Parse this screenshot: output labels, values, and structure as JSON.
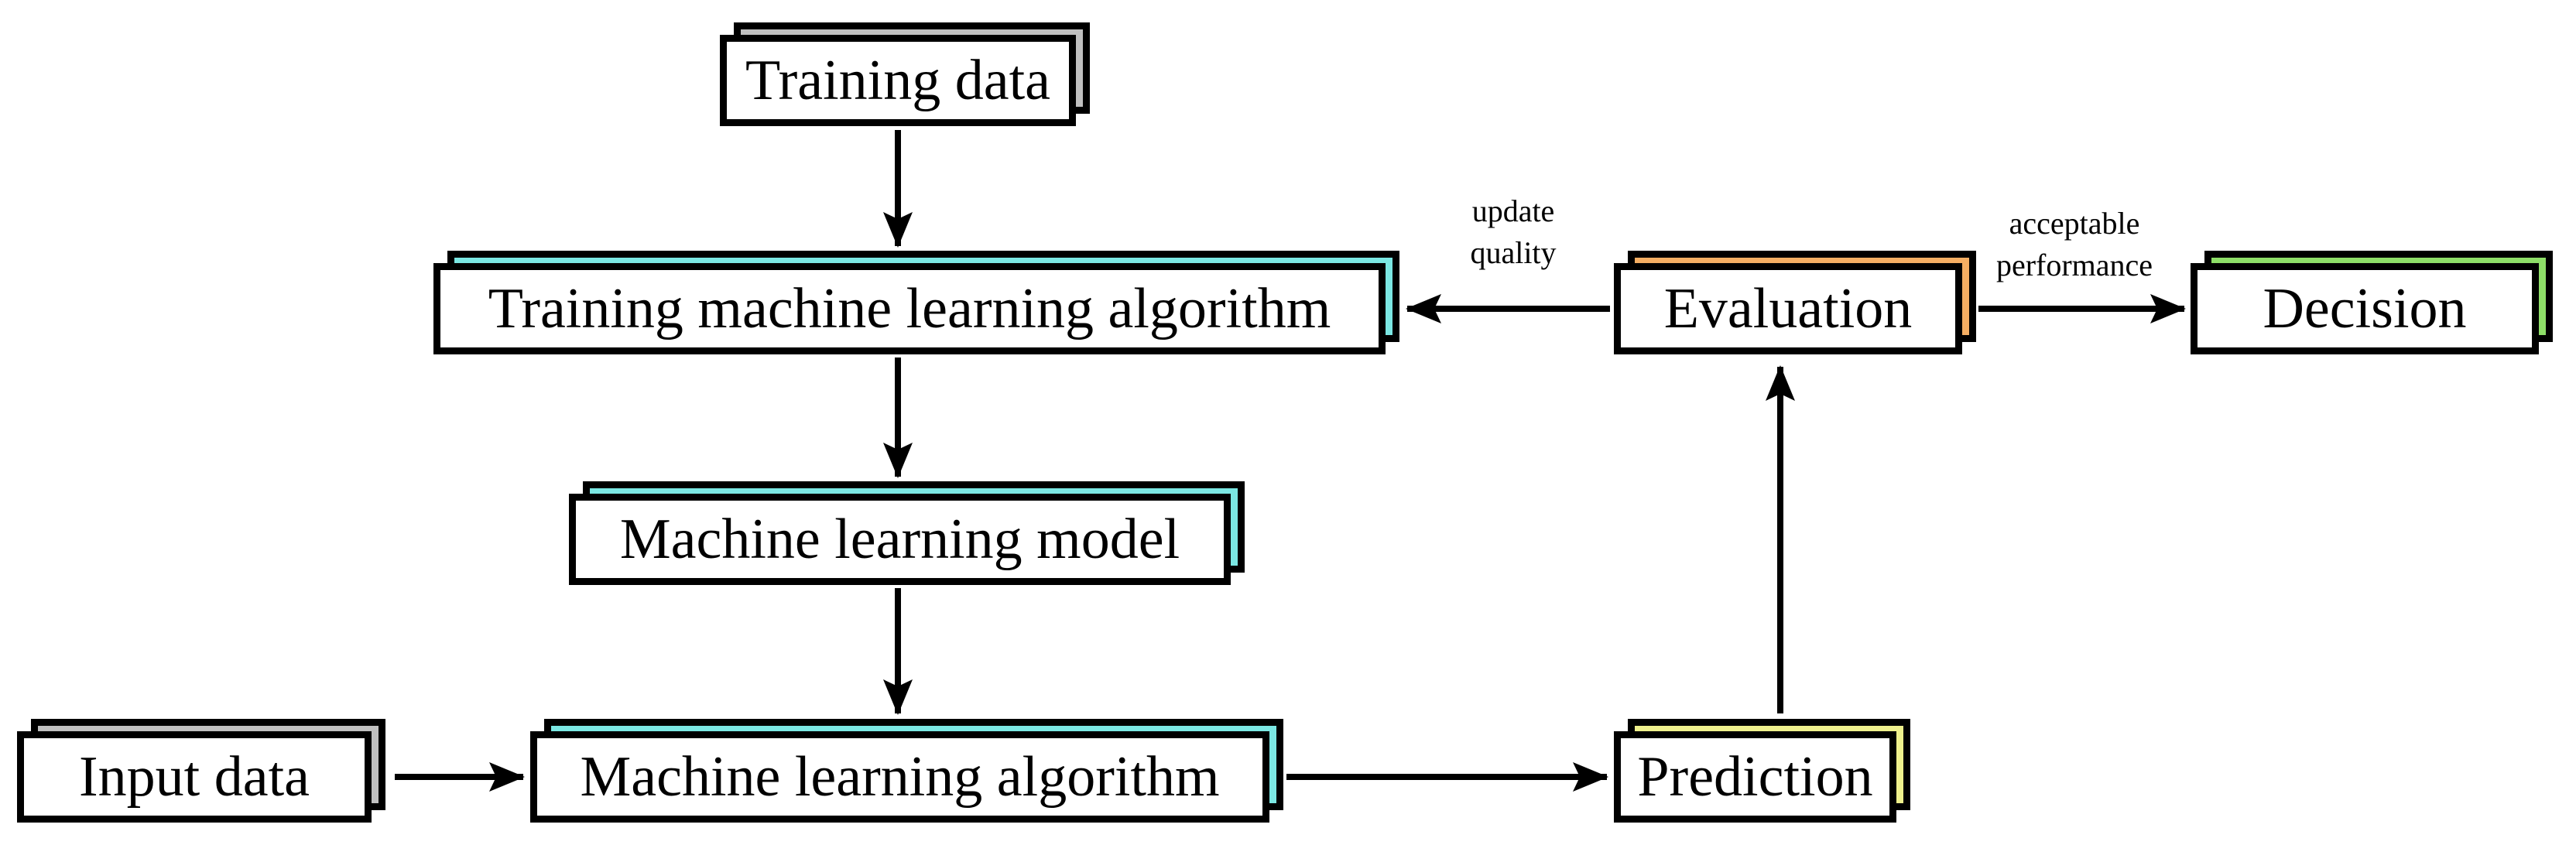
{
  "diagram": {
    "title_semantic": "Machine learning workflow diagram",
    "background": "#FFFFFF",
    "colors": {
      "box_fill": "#FFFFFF",
      "border": "#000000",
      "arrow": "#000000",
      "gray_shadow": "#C0C0C0",
      "cyan_shadow": "#7BE7E3",
      "yellow_shadow": "#EEF08C",
      "orange_shadow": "#F5AE63",
      "green_shadow": "#8EDF68"
    },
    "nodes": {
      "training_data": {
        "label": "Training data",
        "shadow_color": "#C0C0C0"
      },
      "training_ml_algorithm": {
        "label": "Training machine learning algorithm",
        "shadow_color": "#7BE7E3"
      },
      "ml_model": {
        "label": "Machine learning model",
        "shadow_color": "#7BE7E3"
      },
      "input_data": {
        "label": "Input data",
        "shadow_color": "#C0C0C0"
      },
      "ml_algorithm": {
        "label": "Machine learning algorithm",
        "shadow_color": "#7BE7E3"
      },
      "prediction": {
        "label": "Prediction",
        "shadow_color": "#EEF08C"
      },
      "evaluation": {
        "label": "Evaluation",
        "shadow_color": "#F5AE63"
      },
      "decision": {
        "label": "Decision",
        "shadow_color": "#8EDF68"
      }
    },
    "edge_labels": {
      "update_quality": "update\nquality",
      "acceptable_performance": "acceptable\nperformance"
    },
    "edges": [
      {
        "from": "training_data",
        "to": "training_ml_algorithm",
        "label": ""
      },
      {
        "from": "training_ml_algorithm",
        "to": "ml_model",
        "label": ""
      },
      {
        "from": "ml_model",
        "to": "ml_algorithm",
        "label": ""
      },
      {
        "from": "input_data",
        "to": "ml_algorithm",
        "label": ""
      },
      {
        "from": "ml_algorithm",
        "to": "prediction",
        "label": ""
      },
      {
        "from": "prediction",
        "to": "evaluation",
        "label": ""
      },
      {
        "from": "evaluation",
        "to": "training_ml_algorithm",
        "label": "update quality"
      },
      {
        "from": "evaluation",
        "to": "decision",
        "label": "acceptable performance"
      }
    ]
  }
}
